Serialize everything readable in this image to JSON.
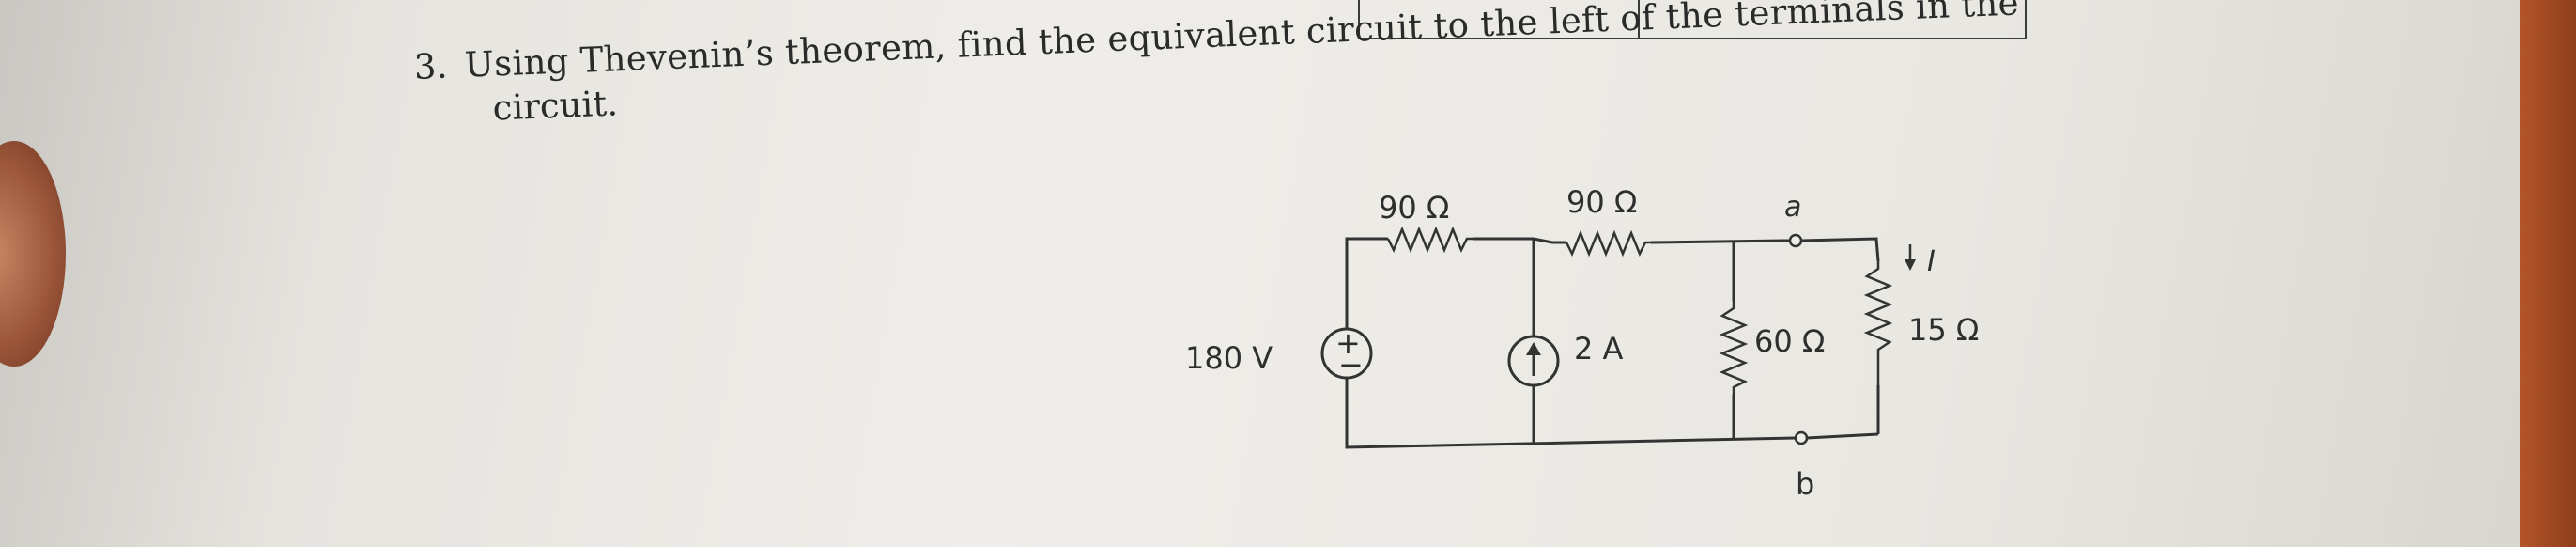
{
  "problem": {
    "number": "3.",
    "text_line1": "Using Thevenin’s theorem, find the equivalent circuit to the left of the terminals in the",
    "text_line2": "circuit."
  },
  "circuit": {
    "voltage_source": {
      "label": "180 V",
      "plus": "+",
      "minus": "−"
    },
    "resistor_left": {
      "label": "90 Ω"
    },
    "resistor_middle": {
      "label": "90 Ω"
    },
    "current_source": {
      "label": "2 A"
    },
    "resistor_shunt": {
      "label": "60 Ω"
    },
    "resistor_load": {
      "label": "15 Ω"
    },
    "terminal_a": "a",
    "terminal_b": "b",
    "current_label": "I"
  }
}
